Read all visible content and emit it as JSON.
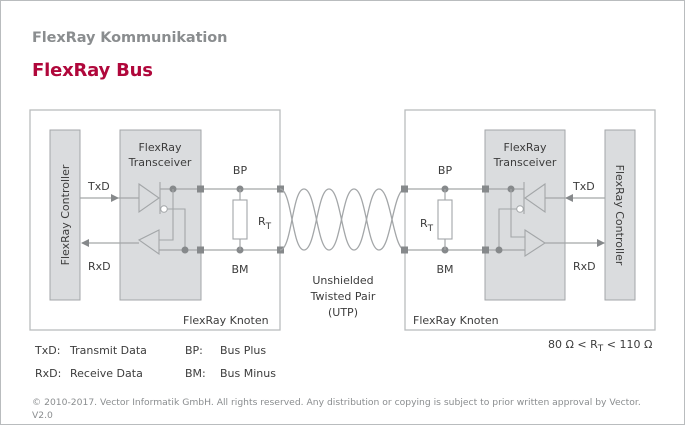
{
  "header": {
    "subtitle": "FlexRay Kommunikation",
    "title": "FlexRay Bus"
  },
  "diagram": {
    "left_node": {
      "label": "FlexRay Knoten",
      "controller": "FlexRay Controller",
      "transceiver_line1": "FlexRay",
      "transceiver_line2": "Transceiver",
      "txd": "TxD",
      "rxd": "RxD",
      "bp": "BP",
      "bm": "BM",
      "resistor": "R",
      "resistor_sub": "T"
    },
    "right_node": {
      "label": "FlexRay Knoten",
      "controller": "FlexRay Controller",
      "transceiver_line1": "FlexRay",
      "transceiver_line2": "Transceiver",
      "txd": "TxD",
      "rxd": "RxD",
      "bp": "BP",
      "bm": "BM",
      "resistor": "R",
      "resistor_sub": "T"
    },
    "cable": {
      "line1": "Unshielded",
      "line2": "Twisted Pair",
      "line3": "(UTP)"
    },
    "colors": {
      "line": "#a3a6a8",
      "box_fill": "#dadcde",
      "box_stroke": "#a3a6a8",
      "node_fill": "#86898b",
      "accent": "#b0073b"
    }
  },
  "legend": {
    "items": [
      {
        "abbr": "TxD:",
        "text": "Transmit Data"
      },
      {
        "abbr": "RxD:",
        "text": "Receive Data"
      },
      {
        "abbr": "BP:",
        "text": "Bus Plus"
      },
      {
        "abbr": "BM:",
        "text": "Bus Minus"
      }
    ],
    "resistance_prefix": "80 Ω < R",
    "resistance_sub": "T",
    "resistance_suffix": " < 110 Ω"
  },
  "footer": {
    "copyright": "© 2010-2017. Vector Informatik GmbH. All rights reserved. Any distribution or copying is subject to prior written approval by Vector. V2.0"
  }
}
